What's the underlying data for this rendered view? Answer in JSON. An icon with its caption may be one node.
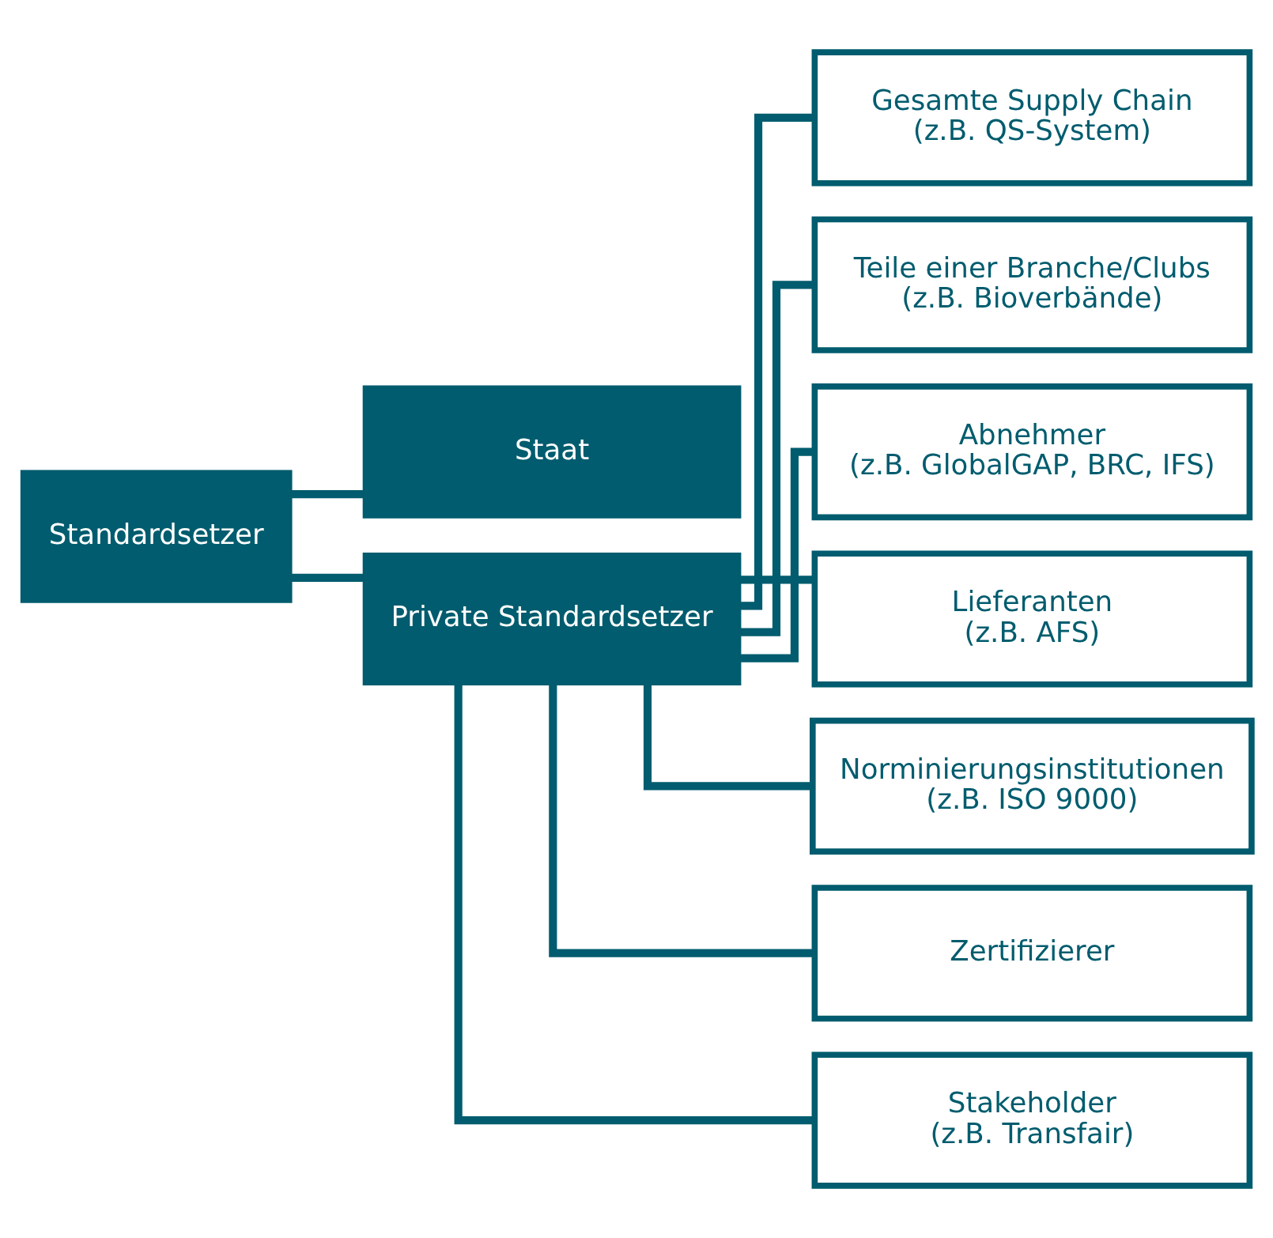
{
  "diagram": {
    "nodes": [
      {
        "text": [
          "Standardsetzer"
        ]
      },
      {
        "text": [
          "Staat"
        ]
      },
      {
        "text": [
          "Private Standardsetzer"
        ]
      },
      {
        "text": [
          "Gesamte Supply Chain",
          "(z.B. QS-System)"
        ]
      },
      {
        "text": [
          "Teile einer Branche/Clubs",
          "(z.B. Bioverbände)"
        ]
      },
      {
        "text": [
          "Abnehmer",
          "(z.B. GlobalGAP, BRC, IFS)"
        ]
      },
      {
        "text": [
          "Lieferanten",
          "(z.B. AFS)"
        ]
      },
      {
        "text": [
          "Norminierungsinstitutionen",
          "(z.B. ISO 9000)"
        ]
      },
      {
        "text": [
          "Zertifizierer"
        ]
      },
      {
        "text": [
          "Stakeholder",
          "(z.B. Transfair)"
        ]
      }
    ],
    "edges": [
      {
        "from": 0,
        "to": 1,
        "arrow": "none"
      },
      {
        "from": 0,
        "to": 2,
        "arrow": "none"
      },
      {
        "from": 2,
        "to": 3,
        "arrow": "none"
      },
      {
        "from": 2,
        "to": 4,
        "arrow": "none"
      },
      {
        "from": 2,
        "to": 5,
        "arrow": "none"
      },
      {
        "from": 2,
        "to": 6,
        "arrow": "none"
      },
      {
        "from": 2,
        "to": 7,
        "arrow": "none"
      },
      {
        "from": 2,
        "to": 8,
        "arrow": "none"
      },
      {
        "from": 2,
        "to": 9,
        "arrow": "none"
      }
    ]
  }
}
